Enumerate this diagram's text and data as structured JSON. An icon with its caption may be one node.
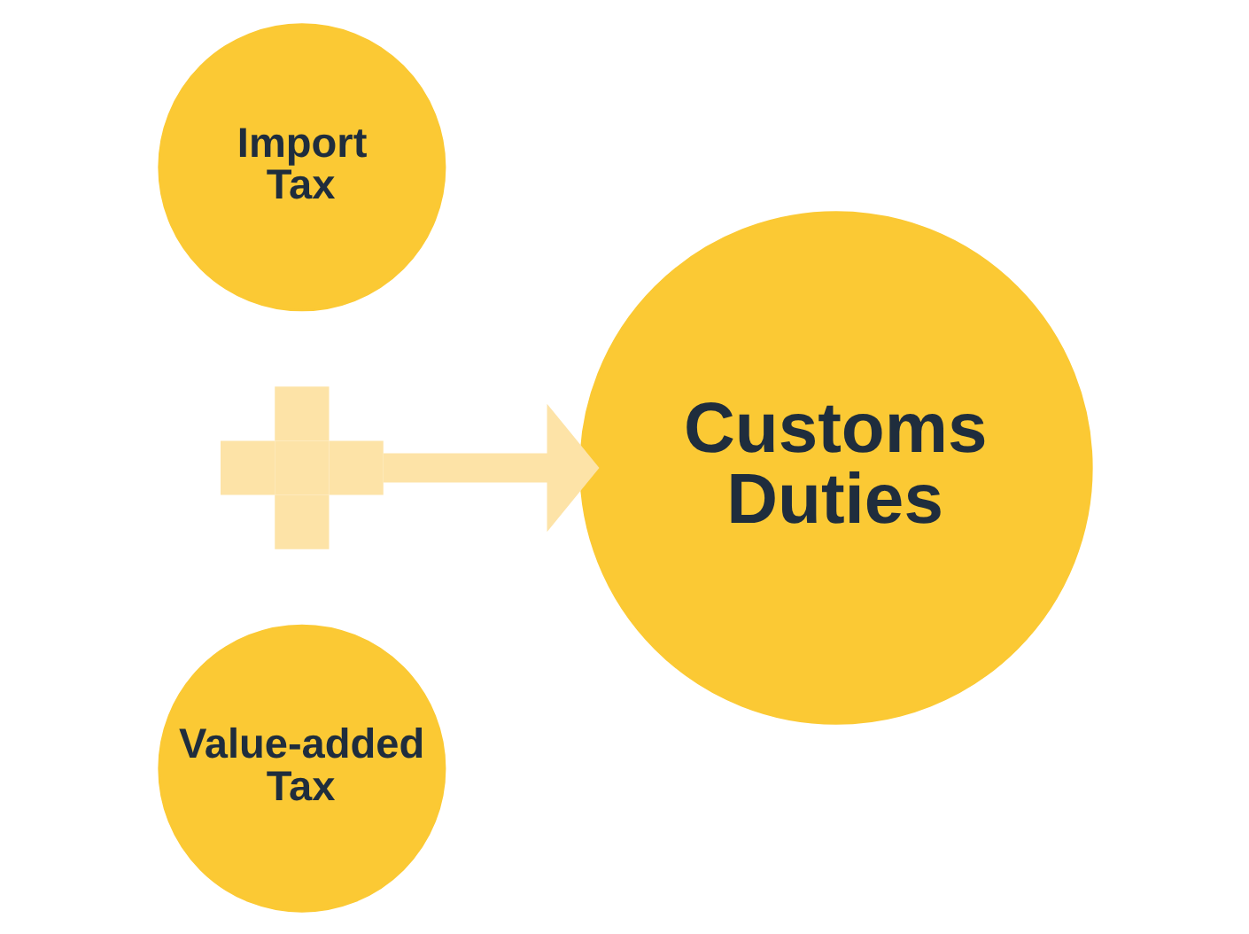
{
  "diagram": {
    "nodes": [
      {
        "text": [
          "Import Tax"
        ]
      },
      {
        "text": [],
        "shape": "cross"
      },
      {
        "text": [
          "Value-added Tax"
        ]
      },
      {
        "text": [
          "Customs Duties"
        ]
      }
    ],
    "edges": [
      {
        "from": 1,
        "to": 3,
        "arrow": "to",
        "color": "#fde3a7"
      }
    ]
  }
}
